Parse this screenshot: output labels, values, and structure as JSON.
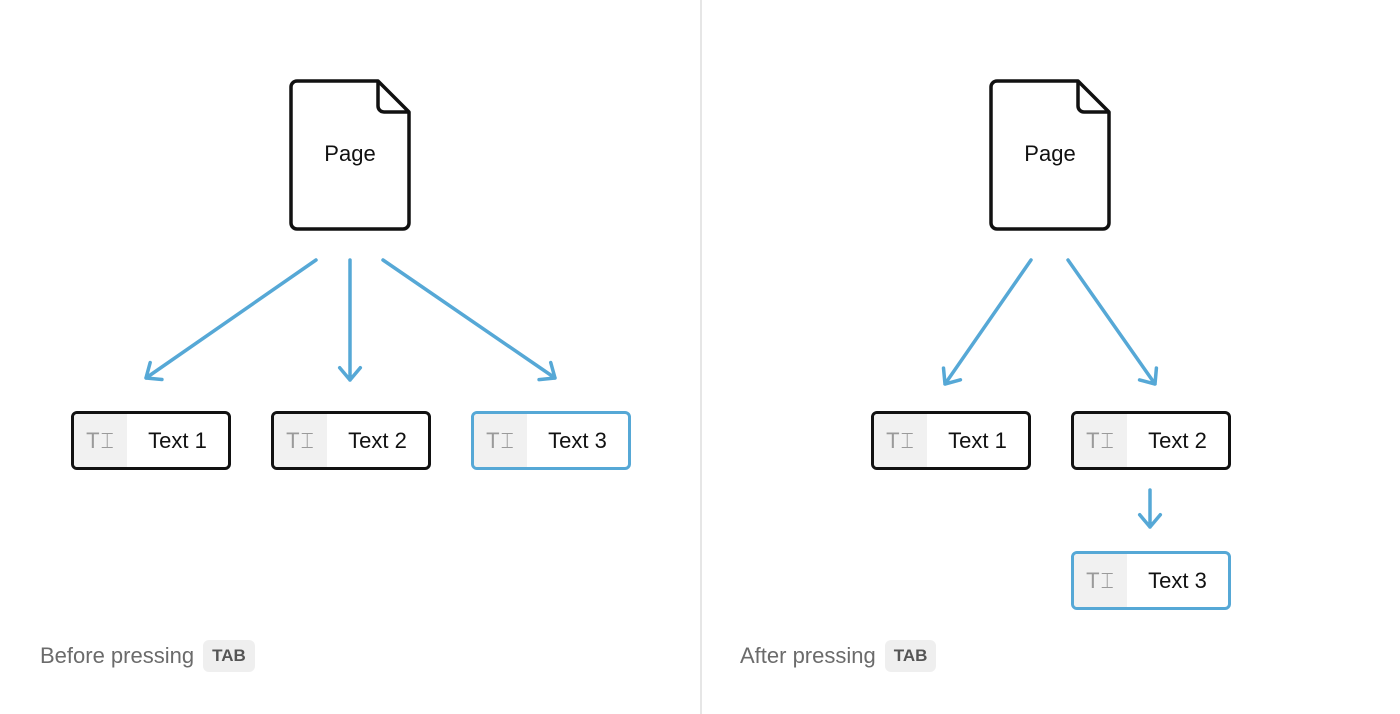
{
  "colors": {
    "accent": "#56a8d6",
    "border": "#111111"
  },
  "before": {
    "page_label": "Page",
    "blocks": [
      {
        "label": "Text 1",
        "icon": "text-block-icon"
      },
      {
        "label": "Text 2",
        "icon": "text-block-icon"
      },
      {
        "label": "Text 3",
        "icon": "text-block-icon",
        "selected": true
      }
    ],
    "caption": "Before pressing",
    "key": "TAB"
  },
  "after": {
    "page_label": "Page",
    "blocks": [
      {
        "label": "Text 1",
        "icon": "text-block-icon"
      },
      {
        "label": "Text 2",
        "icon": "text-block-icon"
      },
      {
        "label": "Text 3",
        "icon": "text-block-icon",
        "selected": true,
        "parent": "Text 2"
      }
    ],
    "caption": "After pressing",
    "key": "TAB"
  }
}
